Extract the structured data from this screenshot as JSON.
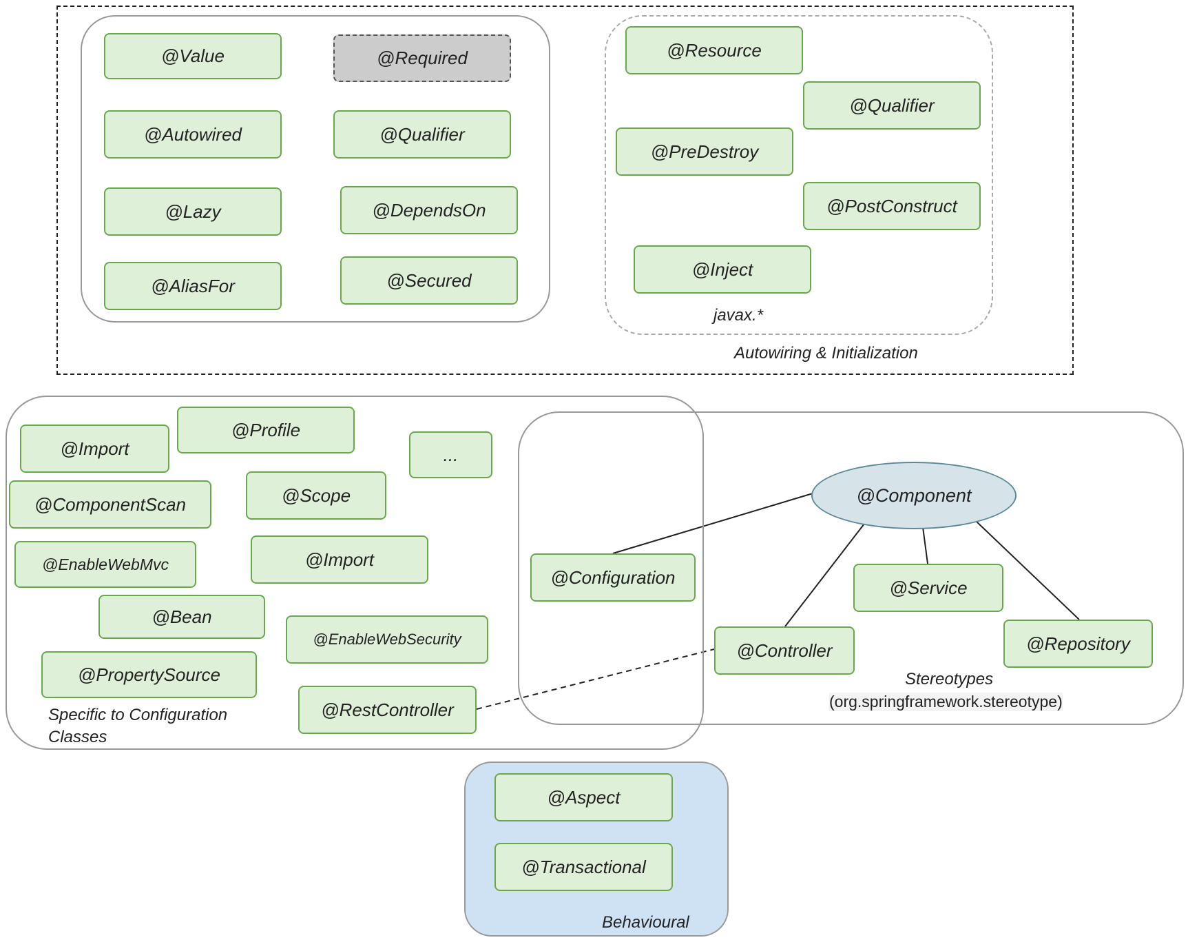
{
  "groups": {
    "autowiring": {
      "label": "Autowiring & Initialization",
      "core": [
        "@Value",
        "@Required",
        "@Autowired",
        "@Qualifier",
        "@Lazy",
        "@DependsOn",
        "@AliasFor",
        "@Secured"
      ],
      "javax": {
        "label": "javax.*",
        "items": [
          "@Resource",
          "@Qualifier",
          "@PreDestroy",
          "@PostConstruct",
          "@Inject"
        ]
      }
    },
    "configuration": {
      "label_line1": "Specific to Configuration",
      "label_line2": "Classes",
      "items": [
        "@Import",
        "@Profile",
        "...",
        "@ComponentScan",
        "@Scope",
        "@EnableWebMvc",
        "@Import",
        "@Bean",
        "@EnableWebSecurity",
        "@PropertySource",
        "@RestController"
      ]
    },
    "stereotypes": {
      "label": "Stereotypes",
      "package": "(org.springframework.stereotype)",
      "root": "@Component",
      "items": [
        "@Configuration",
        "@Service",
        "@Controller",
        "@Repository"
      ]
    },
    "behavioural": {
      "label": "Behavioural",
      "items": [
        "@Aspect",
        "@Transactional"
      ]
    }
  },
  "colors": {
    "annotation_fill": "#dff0d8",
    "annotation_border": "#6aa84f",
    "deprecated_fill": "#cccccc",
    "component_fill": "#d6e4ea",
    "behavioural_fill": "#cfe2f3"
  }
}
